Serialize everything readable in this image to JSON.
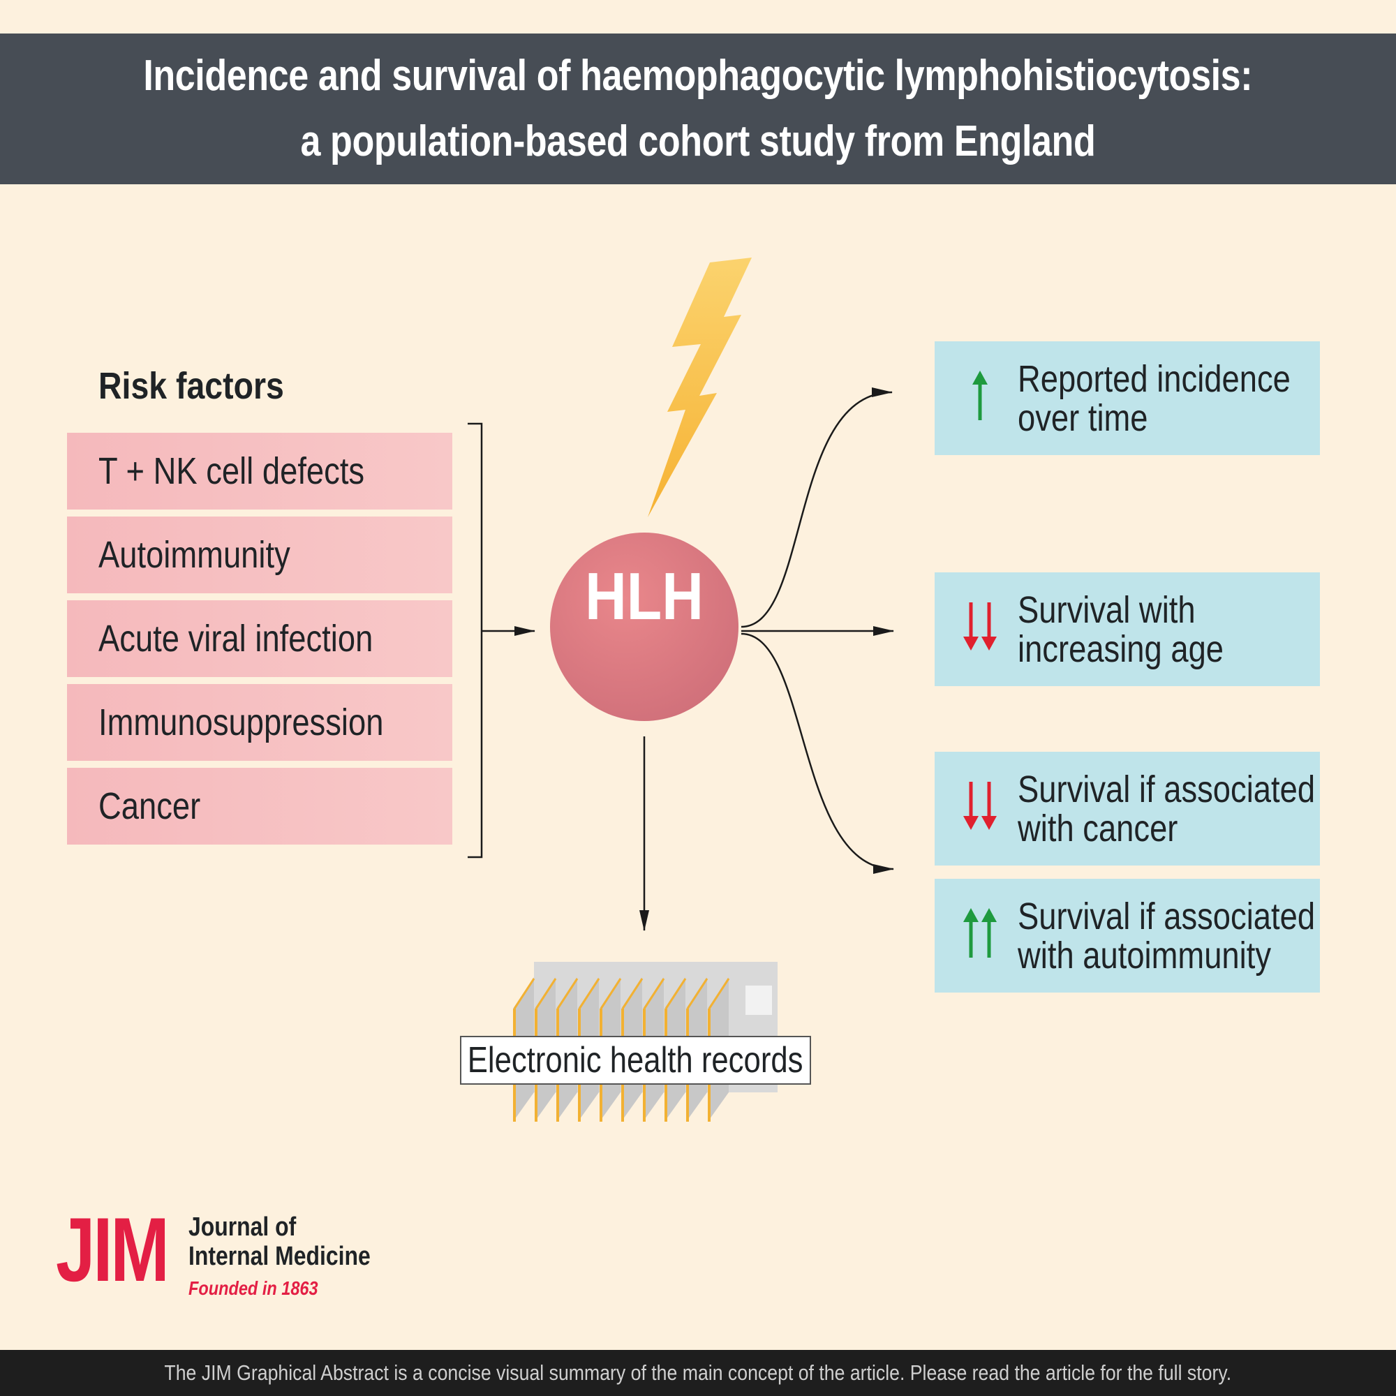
{
  "header": {
    "title_line1": "Incidence and survival of haemophagocytic lymphohistiocytosis:",
    "title_line2": "a population-based cohort study from England"
  },
  "risk_factors": {
    "title": "Risk factors",
    "items": [
      "T + NK cell defects",
      "Autoimmunity",
      "Acute viral infection",
      "Immunosuppression",
      "Cancer"
    ]
  },
  "center": {
    "label": "HLH"
  },
  "outcomes": [
    {
      "line1": "Reported incidence",
      "line2": "over time",
      "direction": "up",
      "arrows": 1,
      "color": "#1e9a3e"
    },
    {
      "line1": "Survival with",
      "line2": "increasing age",
      "direction": "down",
      "arrows": 2,
      "color": "#e0202e"
    },
    {
      "line1": "Survival if associated",
      "line2": "with cancer",
      "direction": "down",
      "arrows": 2,
      "color": "#e0202e"
    },
    {
      "line1": "Survival if associated",
      "line2": "with autoimmunity",
      "direction": "up",
      "arrows": 2,
      "color": "#1e9a3e"
    }
  ],
  "records": {
    "label": "Electronic health records"
  },
  "logo": {
    "mark": "JIM",
    "name_line1": "Journal of",
    "name_line2": "Internal Medicine",
    "founded": "Founded in 1863"
  },
  "footer": {
    "text": "The JIM Graphical Abstract is a concise visual summary of the main concept of the article. Please read the article for the full story."
  },
  "colors": {
    "background": "#fdf1de",
    "header": "#474d55",
    "risk_box": "#f8c8c8",
    "outcome_box": "#bfe4ea",
    "hlh_circle": "#e07a80",
    "brand_red": "#e31f44"
  }
}
